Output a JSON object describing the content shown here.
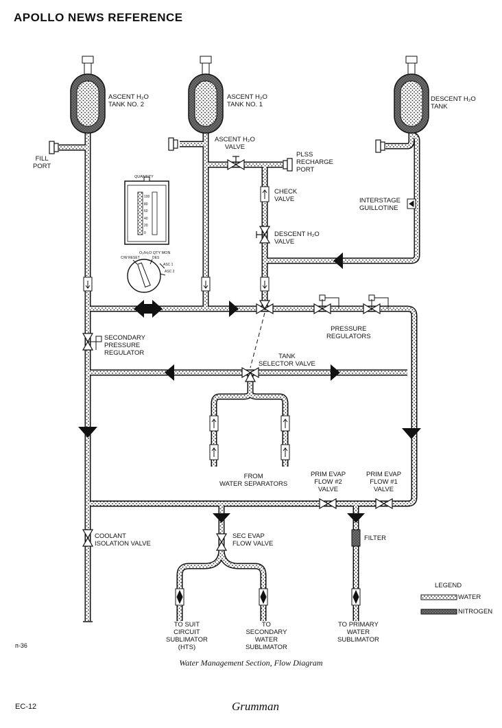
{
  "header": {
    "title": "APOLLO NEWS REFERENCE"
  },
  "tanks": {
    "ascent2": "ASCENT H₂O\nTANK NO. 2",
    "ascent1": "ASCENT H₂O\nTANK NO. 1",
    "descent": "DESCENT H₂O\nTANK"
  },
  "labels": {
    "fill_port": "FILL\nPORT",
    "ascent_valve": "ASCENT H₂O\nVALVE",
    "plss": "PLSS\nRECHARGE\nPORT",
    "check_valve": "CHECK\nVALVE",
    "descent_valve": "DESCENT H₂O\nVALVE",
    "interstage": "INTERSTAGE\nGUILLOTINE",
    "secondary_reg": "SECONDARY\nPRESSURE\nREGULATOR",
    "pressure_regs": "PRESSURE\nREGULATORS",
    "tank_selector": "TANK\nSELECTOR VALVE",
    "from_separators": "FROM\nWATER SEPARATORS",
    "prim2": "PRIM EVAP\nFLOW #2\nVALVE",
    "prim1": "PRIM EVAP\nFLOW #1\nVALVE",
    "coolant": "COOLANT\nISOLATION VALVE",
    "sec_evap": "SEC EVAP\nFLOW VALVE",
    "filter": "FILTER",
    "to_suit": "TO SUIT\nCIRCUIT\nSUBLIMATOR\n(HTS)",
    "to_secondary": "TO\nSECONDARY\nWATER\nSUBLIMATOR",
    "to_primary": "TO PRIMARY\nWATER\nSUBLIMATOR"
  },
  "gauge": {
    "title": "QUANTITY",
    "ticks": [
      "100",
      "80",
      "60",
      "40",
      "20",
      "0"
    ],
    "switch_title": "O₂/H₂O QTY MON",
    "switch_left": "C/W RESET",
    "switch_des": "DES",
    "switch_asc1": "ASC 1",
    "switch_asc2": "ASC 2"
  },
  "legend": {
    "title": "LEGEND",
    "water": "WATER",
    "nitrogen": "NITROGEN"
  },
  "caption": "Water Management Section, Flow Diagram",
  "figure_id": "ᴨ-36",
  "page": "EC-12",
  "signature": "Grumman",
  "colors": {
    "pipe_outline": "#111111",
    "pipe_fill": "#ffffff",
    "nitrogen": "#555555",
    "arrow": "#111111"
  }
}
